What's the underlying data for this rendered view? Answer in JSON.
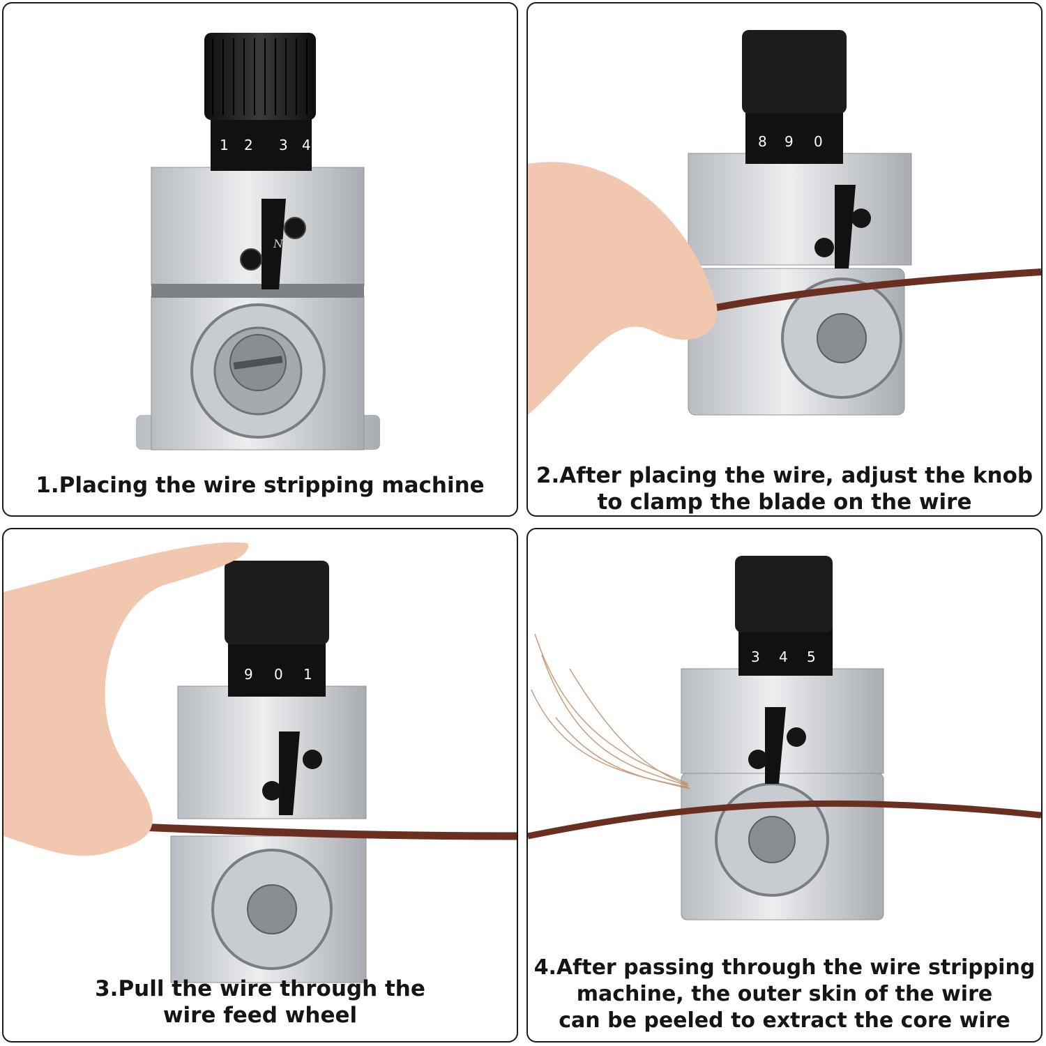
{
  "panels": [
    {
      "caption_lines": [
        "1.Placing the wire stripping machine"
      ],
      "dial_numbers": [
        "1",
        "2",
        "3",
        "4"
      ]
    },
    {
      "caption_lines": [
        "2.After placing the wire, adjust the knob",
        "to clamp the blade on the wire"
      ],
      "dial_numbers": [
        "8",
        "9",
        "0"
      ]
    },
    {
      "caption_lines": [
        "3.Pull the wire through the",
        "wire feed wheel"
      ],
      "dial_numbers": [
        "9",
        "0",
        "1"
      ]
    },
    {
      "caption_lines": [
        "4.After passing through the wire stripping",
        "machine, the outer skin of the wire",
        "can be peeled to extract the core wire"
      ],
      "dial_numbers": [
        "3",
        "4",
        "5"
      ]
    }
  ],
  "blade_mark": "N",
  "colors": {
    "knob": "#1c1c1c",
    "aluminum": "#d6d8db",
    "wire": "#6b2f22",
    "copper": "#c48a62",
    "skin": "#f2c7b0",
    "border": "#1a1a1a"
  }
}
